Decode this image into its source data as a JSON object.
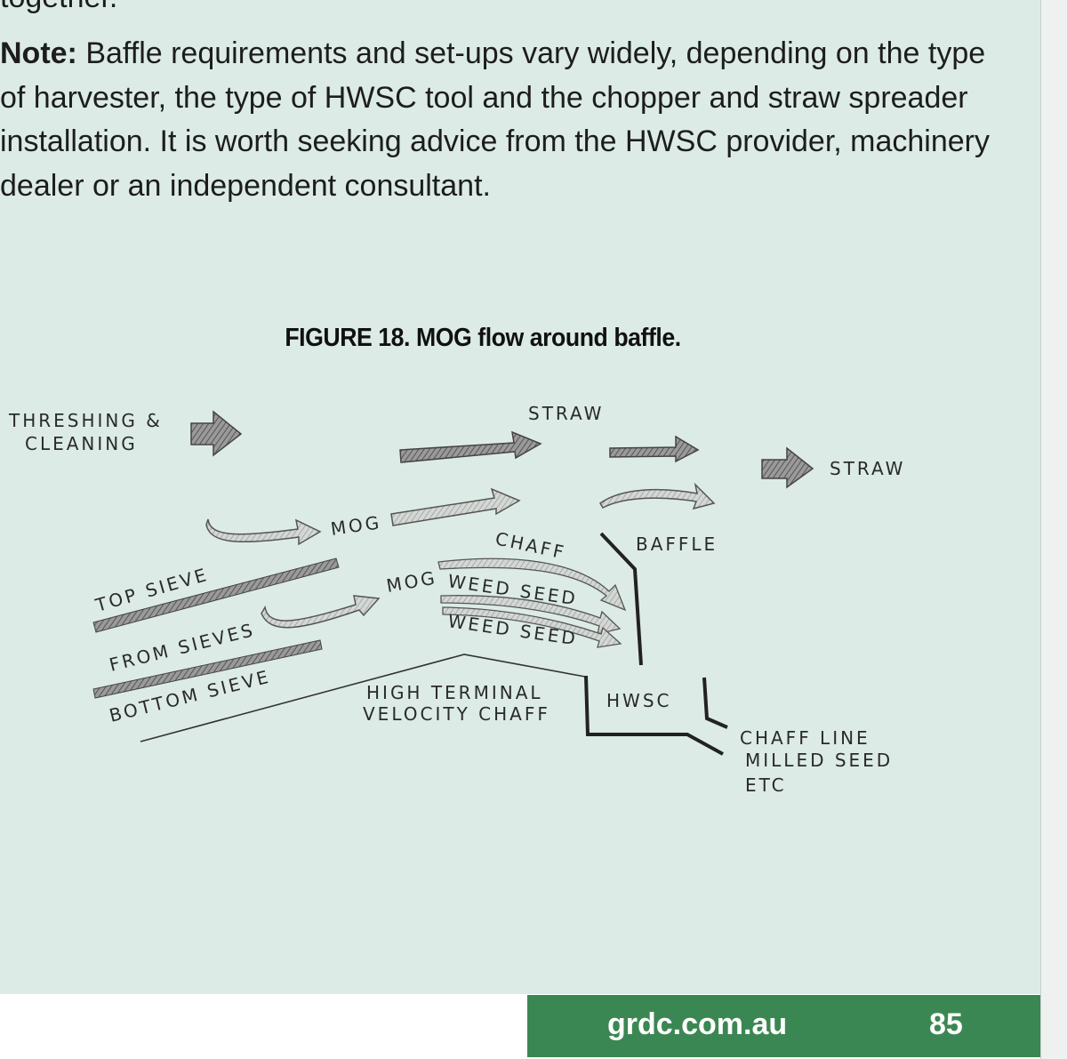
{
  "clipped_top_text": "together.",
  "note": {
    "label": "Note:",
    "text": " Baffle requirements and set-ups vary widely, depending on the type of harvester, the type of HWSC tool and the chopper and straw spreader installation. It is worth seeking advice from the HWSC provider, machinery dealer or an independent consultant."
  },
  "figure": {
    "caption": "FIGURE 18. MOG flow around baffle.",
    "labels": {
      "threshing_line1": "THRESHING &",
      "threshing_line2": "CLEANING",
      "straw_top": "STRAW",
      "straw_right": "STRAW",
      "mog_upper": "MOG",
      "chaff": "CHAFF",
      "baffle": "BAFFLE",
      "top_sieve": "TOP SIEVE",
      "mog_lower": "MOG",
      "weed_seed_1": "WEED SEED",
      "weed_seed_2": "WEED SEED",
      "from_sieves": "FROM SIEVES",
      "bottom_sieve": "BOTTOM SIEVE",
      "high_terminal_line1": "HIGH TERMINAL",
      "high_terminal_line2": "VELOCITY CHAFF",
      "hwsc": "HWSC",
      "chaff_line_1": "CHAFF LINE",
      "chaff_line_2": "MILLED SEED",
      "chaff_line_3": "ETC"
    }
  },
  "footer": {
    "url": "grdc.com.au",
    "page_number": "85"
  },
  "colors": {
    "page_background": "#dcebe6",
    "footer_green": "#3b8753"
  }
}
